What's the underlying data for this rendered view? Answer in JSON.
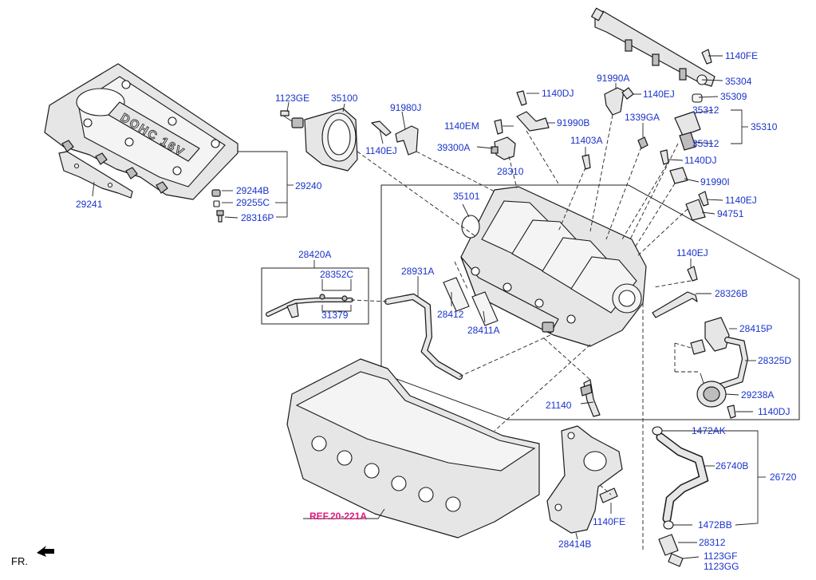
{
  "diagram": {
    "cover_emboss": "DOHC 16V",
    "ref_label": "REF.20-221A",
    "front_marker": "FR.",
    "callouts": {
      "c_1140FE_top": "1140FE",
      "c_35304": "35304",
      "c_35309": "35309",
      "c_35312_a": "35312",
      "c_35310": "35310",
      "c_35312_b": "35312",
      "c_91990A": "91990A",
      "c_1140EJ_a": "1140EJ",
      "c_1339GA": "1339GA",
      "c_1140DJ_a": "1140DJ",
      "c_1140EM": "1140EM",
      "c_91990B": "91990B",
      "c_39300A": "39300A",
      "c_11403A": "11403A",
      "c_1140DJ_b": "1140DJ",
      "c_91990I": "91990I",
      "c_1140EJ_b": "1140EJ",
      "c_94751": "94751",
      "c_1123GE": "1123GE",
      "c_35100": "35100",
      "c_91980J": "91980J",
      "c_1140EJ_c": "1140EJ",
      "c_28310": "28310",
      "c_35101": "35101",
      "c_29244B": "29244B",
      "c_29240": "29240",
      "c_29255C": "29255C",
      "c_28316P": "28316P",
      "c_29241": "29241",
      "c_28420A": "28420A",
      "c_28352C": "28352C",
      "c_31379": "31379",
      "c_28931A": "28931A",
      "c_28412": "28412",
      "c_28411A": "28411A",
      "c_1140EJ_d": "1140EJ",
      "c_28326B": "28326B",
      "c_28415P": "28415P",
      "c_28325D": "28325D",
      "c_21140": "21140",
      "c_29238A": "29238A",
      "c_1140DJ_c": "1140DJ",
      "c_1472AK": "1472AK",
      "c_26740B": "26740B",
      "c_26720": "26720",
      "c_1140FE_bottom": "1140FE",
      "c_1472BB": "1472BB",
      "c_28312": "28312",
      "c_28414B": "28414B",
      "c_1123GF": "1123GF",
      "c_1123GG": "1123GG"
    }
  }
}
